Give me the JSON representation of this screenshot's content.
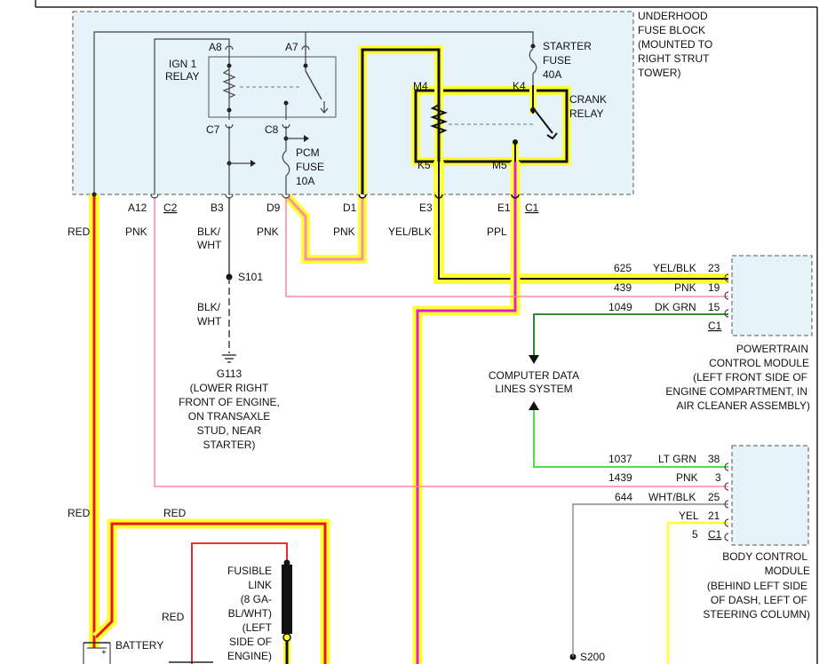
{
  "fuse_block": {
    "title_lines": [
      "UNDERHOOD",
      "FUSE BLOCK",
      "(MOUNTED TO",
      "RIGHT STRUT",
      "TOWER)"
    ]
  },
  "ign_relay": {
    "label_lines": [
      "IGN 1",
      "RELAY"
    ],
    "pins": [
      "A8",
      "A7",
      "C7",
      "C8"
    ]
  },
  "crank_relay": {
    "label_lines": [
      "CRANK",
      "RELAY"
    ],
    "pins": [
      "M4",
      "K4",
      "K5",
      "M5"
    ]
  },
  "starter_fuse": {
    "label_lines": [
      "STARTER",
      "FUSE",
      "40A"
    ]
  },
  "pcm_fuse": {
    "label_lines": [
      "PCM",
      "FUSE",
      "10A"
    ]
  },
  "block_pins": {
    "a12": "A12",
    "c2": "C2",
    "b3": "B3",
    "d9": "D9",
    "d1": "D1",
    "e3": "E3",
    "e1": "E1",
    "c1": "C1"
  },
  "wire_colors": {
    "red_top": "RED",
    "pnk_a12": "PNK",
    "blk_wht_top": [
      "BLK/",
      "WHT"
    ],
    "pnk_d9": "PNK",
    "pnk_d1": "PNK",
    "yel_blk": "YEL/BLK",
    "ppl": "PPL",
    "blk_wht_bottom": [
      "BLK/",
      "WHT"
    ],
    "red_mid_left": "RED",
    "red_mid": "RED",
    "red_fusible": "RED"
  },
  "splices": {
    "s101": "S101",
    "s200": "S200"
  },
  "ground": {
    "label_lines": [
      "G113",
      "(LOWER RIGHT",
      "FRONT OF ENGINE,",
      "ON TRANSAXLE",
      "STUD, NEAR",
      "STARTER)"
    ]
  },
  "pcm": {
    "circuits": [
      {
        "circuit": "625",
        "color": "YEL/BLK",
        "pin": "23"
      },
      {
        "circuit": "439",
        "color": "PNK",
        "pin": "19"
      },
      {
        "circuit": "1049",
        "color": "DK GRN",
        "pin": "15"
      }
    ],
    "connector": "C1",
    "label_lines": [
      "POWERTRAIN",
      "CONTROL MODULE",
      "(LEFT FRONT SIDE OF",
      "ENGINE COMPARTMENT, IN",
      "AIR CLEANER ASSEMBLY)"
    ]
  },
  "data_lines": {
    "label_lines": [
      "COMPUTER DATA",
      "LINES SYSTEM"
    ]
  },
  "bcm": {
    "circuits": [
      {
        "circuit": "1037",
        "color": "LT GRN",
        "pin": "38"
      },
      {
        "circuit": "1439",
        "color": "PNK",
        "pin": "3"
      },
      {
        "circuit": "644",
        "color": "WHT/BLK",
        "pin": "25"
      },
      {
        "circuit": "",
        "color": "YEL",
        "pin": "21"
      },
      {
        "circuit": "",
        "color": "",
        "pin": "5"
      }
    ],
    "connector": "C1",
    "label_lines": [
      "BODY CONTROL",
      "MODULE",
      "(BEHIND LEFT SIDE",
      "OF DASH, LEFT OF",
      "STEERING COLUMN)"
    ]
  },
  "fusible_link": {
    "label_lines": [
      "FUSIBLE",
      "LINK",
      "(8 GA-",
      "BL/WHT)",
      "(LEFT",
      "SIDE OF",
      "ENGINE)"
    ]
  },
  "battery": {
    "label": "BATTERY"
  },
  "colors": {
    "highlight": "#ffff33",
    "red_wire": "#e41a1a",
    "pink_wire": "#ff8ca8",
    "ppl_wire": "#e020c8",
    "dk_grn_wire": "#1a7a1a",
    "lt_grn_wire": "#33dd33",
    "gray_wire": "#888888",
    "fuse_block_fill": "#e6f3fb"
  }
}
